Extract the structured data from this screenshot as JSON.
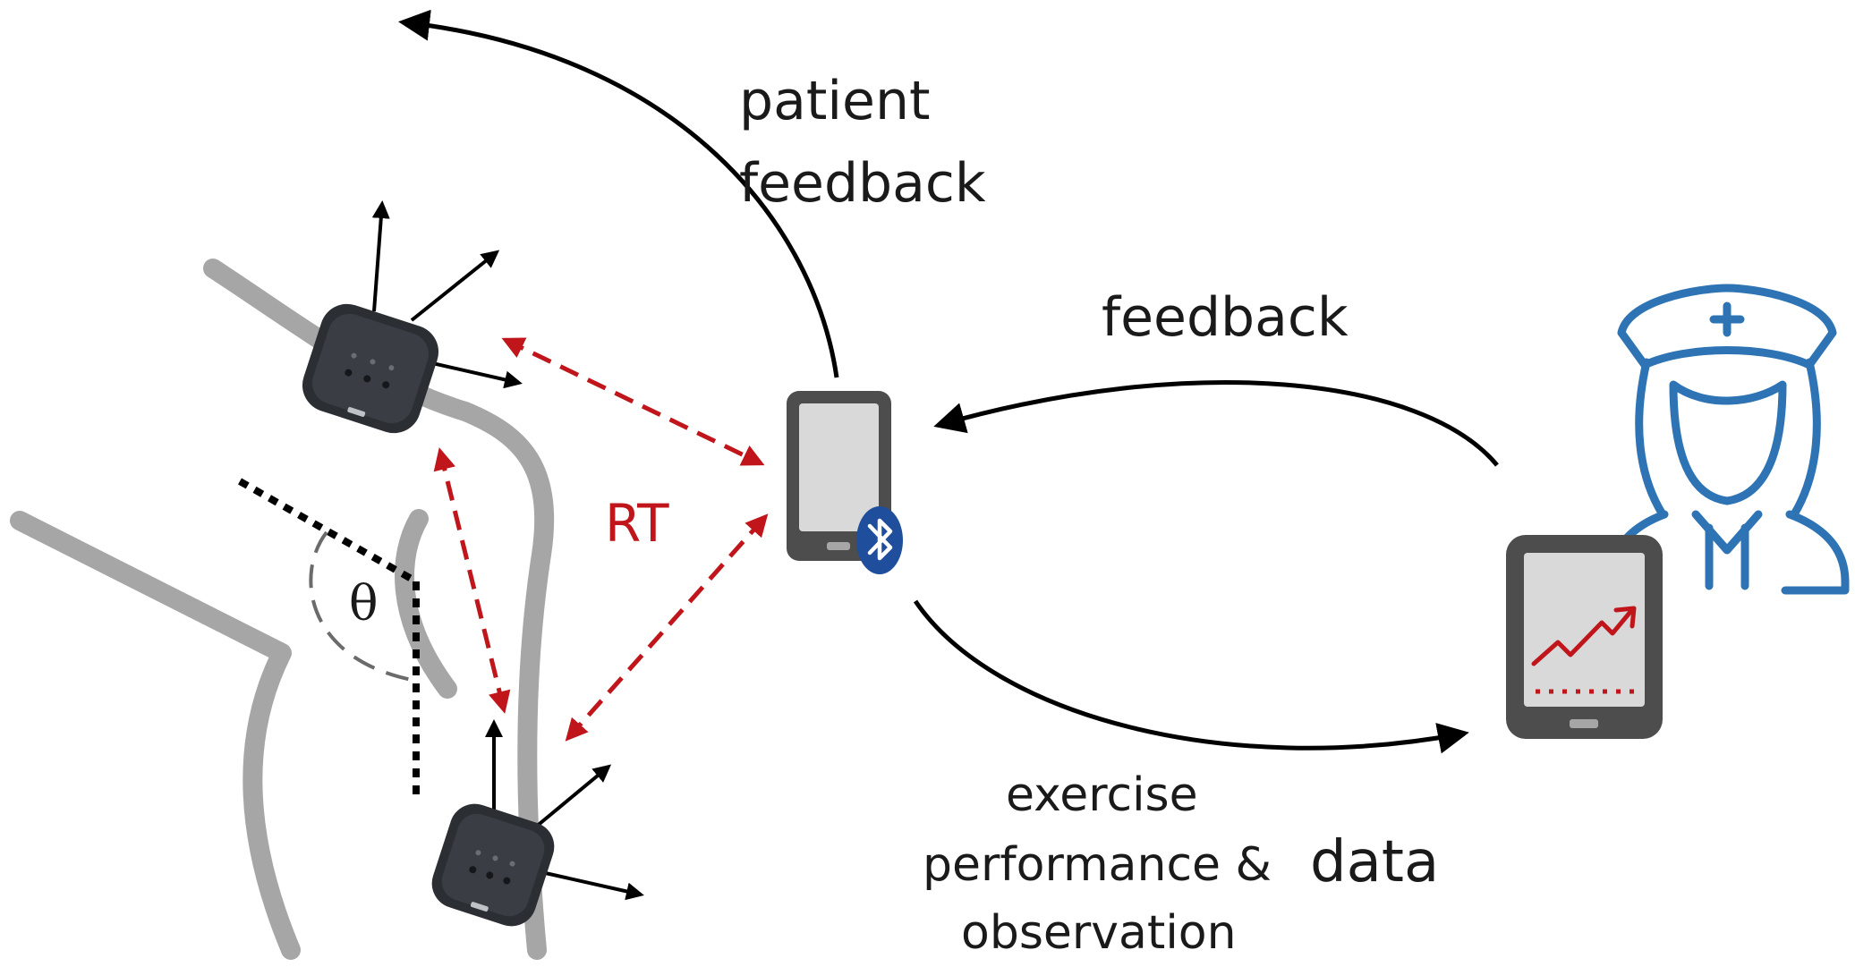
{
  "labels": {
    "patient_feedback_line1": "patient",
    "patient_feedback_line2": "feedback",
    "feedback": "feedback",
    "rt": "RT",
    "theta": "θ",
    "exercise_line1": "exercise",
    "exercise_line2": "performance &",
    "exercise_line3": "observation",
    "data": "data"
  },
  "icons": {
    "sensor": "imu-sensor-icon",
    "phone": "smartphone-icon",
    "bluetooth": "bluetooth-icon",
    "tablet": "tablet-chart-icon",
    "clinician": "nurse-icon"
  },
  "colors": {
    "text": "#1a1a1a",
    "arrow": "#000000",
    "wireless_link": "#c0161b",
    "body_outline": "#a6a6a6",
    "angle_guide": "#000000",
    "sensor_body": "#2b2e33",
    "device_frame": "#4d4d4d",
    "device_screen": "#d9d9d9",
    "bluetooth": "#1f4e9c",
    "nurse": "#2e74b5",
    "chart_line": "#c0161b"
  }
}
